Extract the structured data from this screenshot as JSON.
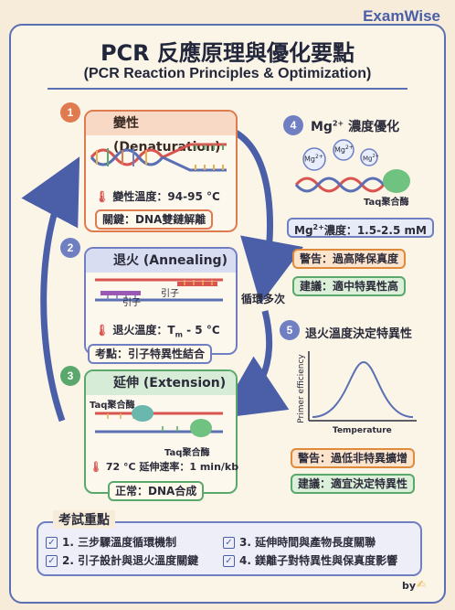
{
  "brand": "ExamWise",
  "title": {
    "cn": "PCR 反應原理與優化要點",
    "en": "(PCR Reaction Principles & Optimization)"
  },
  "steps": [
    {
      "num": "1",
      "title": "變性 (Denaturation)",
      "temp": "變性溫度：94-95 °C",
      "key": "關鍵：DNA雙鏈解離",
      "color": "#e07a4f"
    },
    {
      "num": "2",
      "title": "退火 (Annealing)",
      "temp_prefix": "退火溫度：T",
      "temp_sub": "m",
      "temp_suffix": " - 5 °C",
      "primer_left": "引子",
      "primer_right": "引子",
      "key": "考點：引子特異性結合",
      "color": "#6f7fc2"
    },
    {
      "num": "3",
      "title": "延伸 (Extension)",
      "enzyme_top": "Taq聚合酶",
      "enzyme_bottom": "Taq聚合酶",
      "temp": "72 °C  延伸速率：1 min/kb",
      "key": "正常：DNA合成",
      "color": "#5aa86b"
    }
  ],
  "cycle_label": "循環多次",
  "mg": {
    "num": "4",
    "title_prefix": "Mg",
    "title_sup": "2+",
    "title_suffix": " 濃度優化",
    "ion": "Mg",
    "ion_sup": "2+",
    "enzyme": "Taq聚合酶",
    "conc_prefix": "Mg",
    "conc_sup": "2+",
    "conc_suffix": "濃度：1.5-2.5 mM",
    "warn": "警告：過高降保真度",
    "advice": "建議：適中特異性高"
  },
  "anneal": {
    "num": "5",
    "title": "退火溫度決定特異性",
    "ylabel": "Primer efficiency",
    "xlabel": "Temperature",
    "warn": "警告：過低非特異擴增",
    "advice": "建議：適宜決定特異性"
  },
  "exam": {
    "title": "考試重點",
    "items": [
      "1. 三步驟溫度循環機制",
      "2. 引子設計與退火溫度關鍵",
      "3. 延伸時間與產物長度關聯",
      "4. 鎂離子對特異性與保真度影響"
    ]
  },
  "byline": "by"
}
